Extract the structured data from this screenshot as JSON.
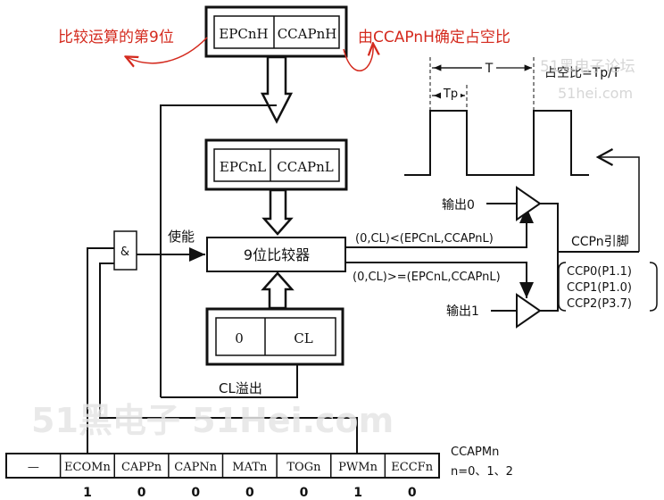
{
  "registers": {
    "high": [
      "EPCnH",
      "CCAPnH"
    ],
    "low": [
      "EPCnL",
      "CCAPnL"
    ],
    "counter": [
      "0",
      "CL"
    ]
  },
  "comparator": {
    "label": "9位比较器"
  },
  "and_gate": {
    "label": "&"
  },
  "annotations": {
    "ninth_bit": "比较运算的第9位",
    "duty_cycle": "由CCAPnH确定占空比"
  },
  "labels": {
    "enable": "使能",
    "cl_overflow": "CL溢出",
    "cond_less": "(0,CL)<(EPCnL,CCAPnL)",
    "cond_ge": "(0,CL)>=(EPCnL,CCAPnL)",
    "output0": "输出0",
    "output1": "输出1",
    "ccp_pin": "CCPn引脚",
    "ccp_pins": [
      "CCP0(P1.1)",
      "CCP1(P1.0)",
      "CCP2(P3.7)"
    ]
  },
  "waveform": {
    "period_label": "T",
    "pulse_label": "Tp",
    "formula": "占空比=Tp/T"
  },
  "ccapm_register": {
    "name": "CCAPMn",
    "index_note": "n=0、1、2",
    "bits": [
      "—",
      "ECOMn",
      "CAPPn",
      "CAPNn",
      "MATn",
      "TOGn",
      "PWMn",
      "ECCFn"
    ],
    "values": [
      "",
      "1",
      "0",
      "0",
      "0",
      "0",
      "1",
      "0"
    ]
  },
  "watermarks": {
    "main": "51黑电子 51Hei.com",
    "corner_top": "51黑电子论坛",
    "corner_bottom": "51hei.com"
  }
}
